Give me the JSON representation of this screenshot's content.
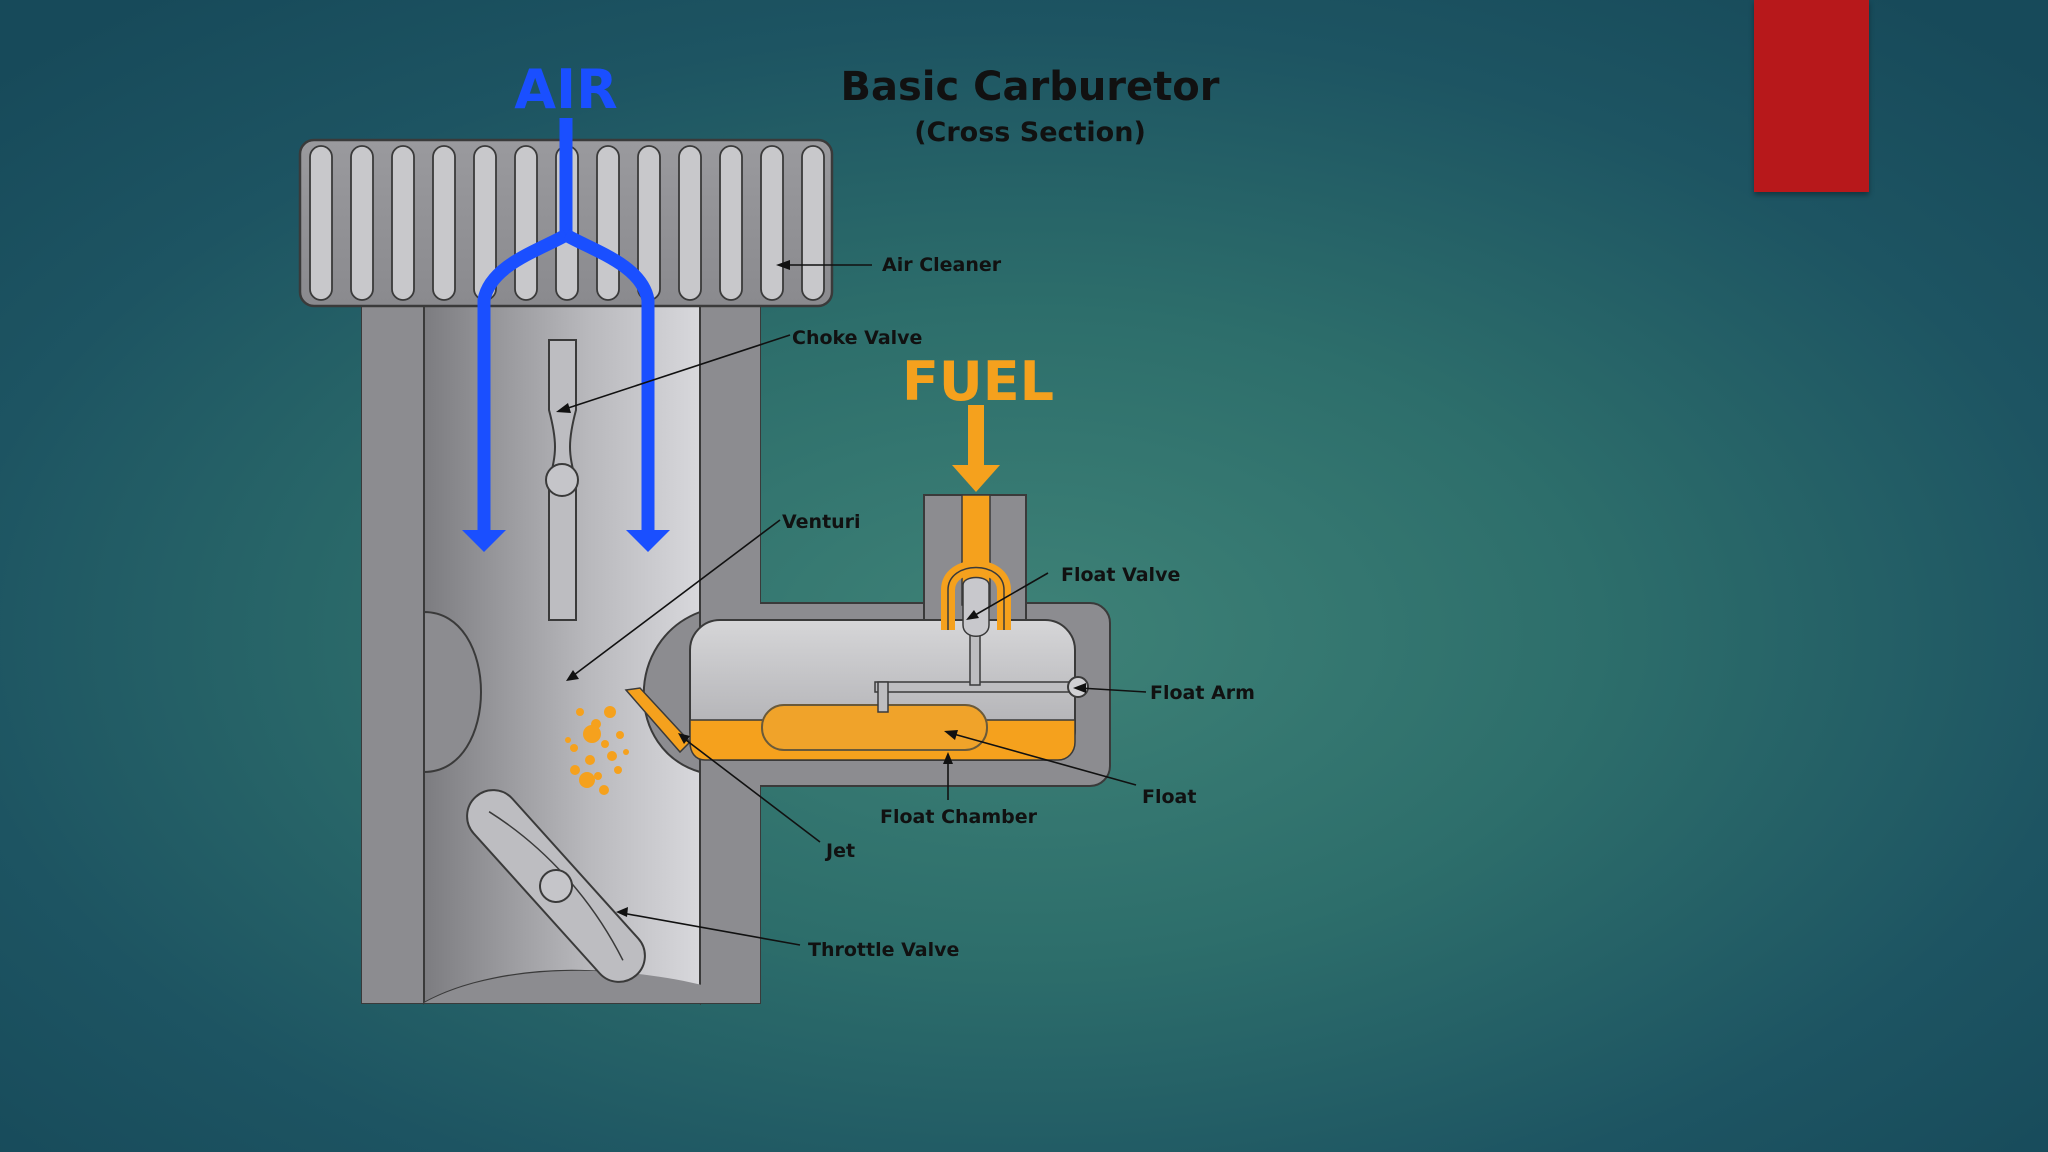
{
  "title": "Basic Carburetor",
  "subtitle": "(Cross Section)",
  "flows": {
    "air": "AIR",
    "fuel": "FUEL"
  },
  "labels": {
    "air_cleaner": "Air Cleaner",
    "choke_valve": "Choke Valve",
    "venturi": "Venturi",
    "float_valve": "Float Valve",
    "float_arm": "Float Arm",
    "float": "Float",
    "float_chamber": "Float Chamber",
    "jet": "Jet",
    "throttle_valve": "Throttle Valve"
  },
  "colors": {
    "air": "#1a4fff",
    "fuel": "#f5a11d",
    "body": "#8a8a8a",
    "bore": "#c8c8cc",
    "accent_tab": "#b7181b"
  }
}
